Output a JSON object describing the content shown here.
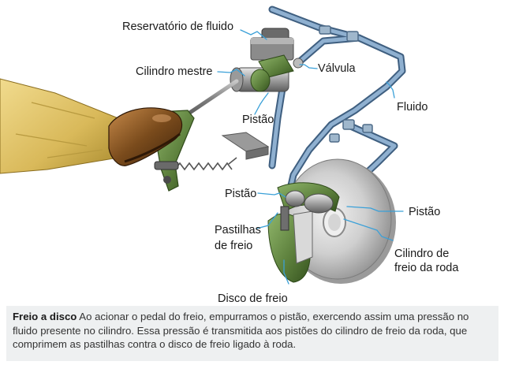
{
  "labels": {
    "reservatorio": "Reservatório de fluido",
    "cilindro_mestre": "Cilindro mestre",
    "valvula": "Válvula",
    "fluido": "Fluido",
    "pistao_mestre": "Pistão",
    "pistao_esquerda": "Pistão",
    "pistao_direita": "Pistão",
    "pastilhas_l1": "Pastilhas",
    "pastilhas_l2": "de freio",
    "cilindro_roda_l1": "Cilindro de",
    "cilindro_roda_l2": "freio da roda",
    "disco": "Disco de freio"
  },
  "caption": {
    "title": "Freio a disco",
    "body": "Ao acionar o pedal do freio, empurramos o pistão, exercendo assim uma pressão no fluido presente no cilindro. Essa pressão é transmitida aos pistões do cilindro de freio da roda, que comprimem as pastilhas contra o disco de freio ligado à roda."
  },
  "colors": {
    "pipe": "#6f8fb0",
    "pedal_green": "#5a7d3a",
    "shoe": "#7a4b1c",
    "trouser": "#d9b95a",
    "disc": "#c9c9c9",
    "leader": "#3aa0d8"
  }
}
